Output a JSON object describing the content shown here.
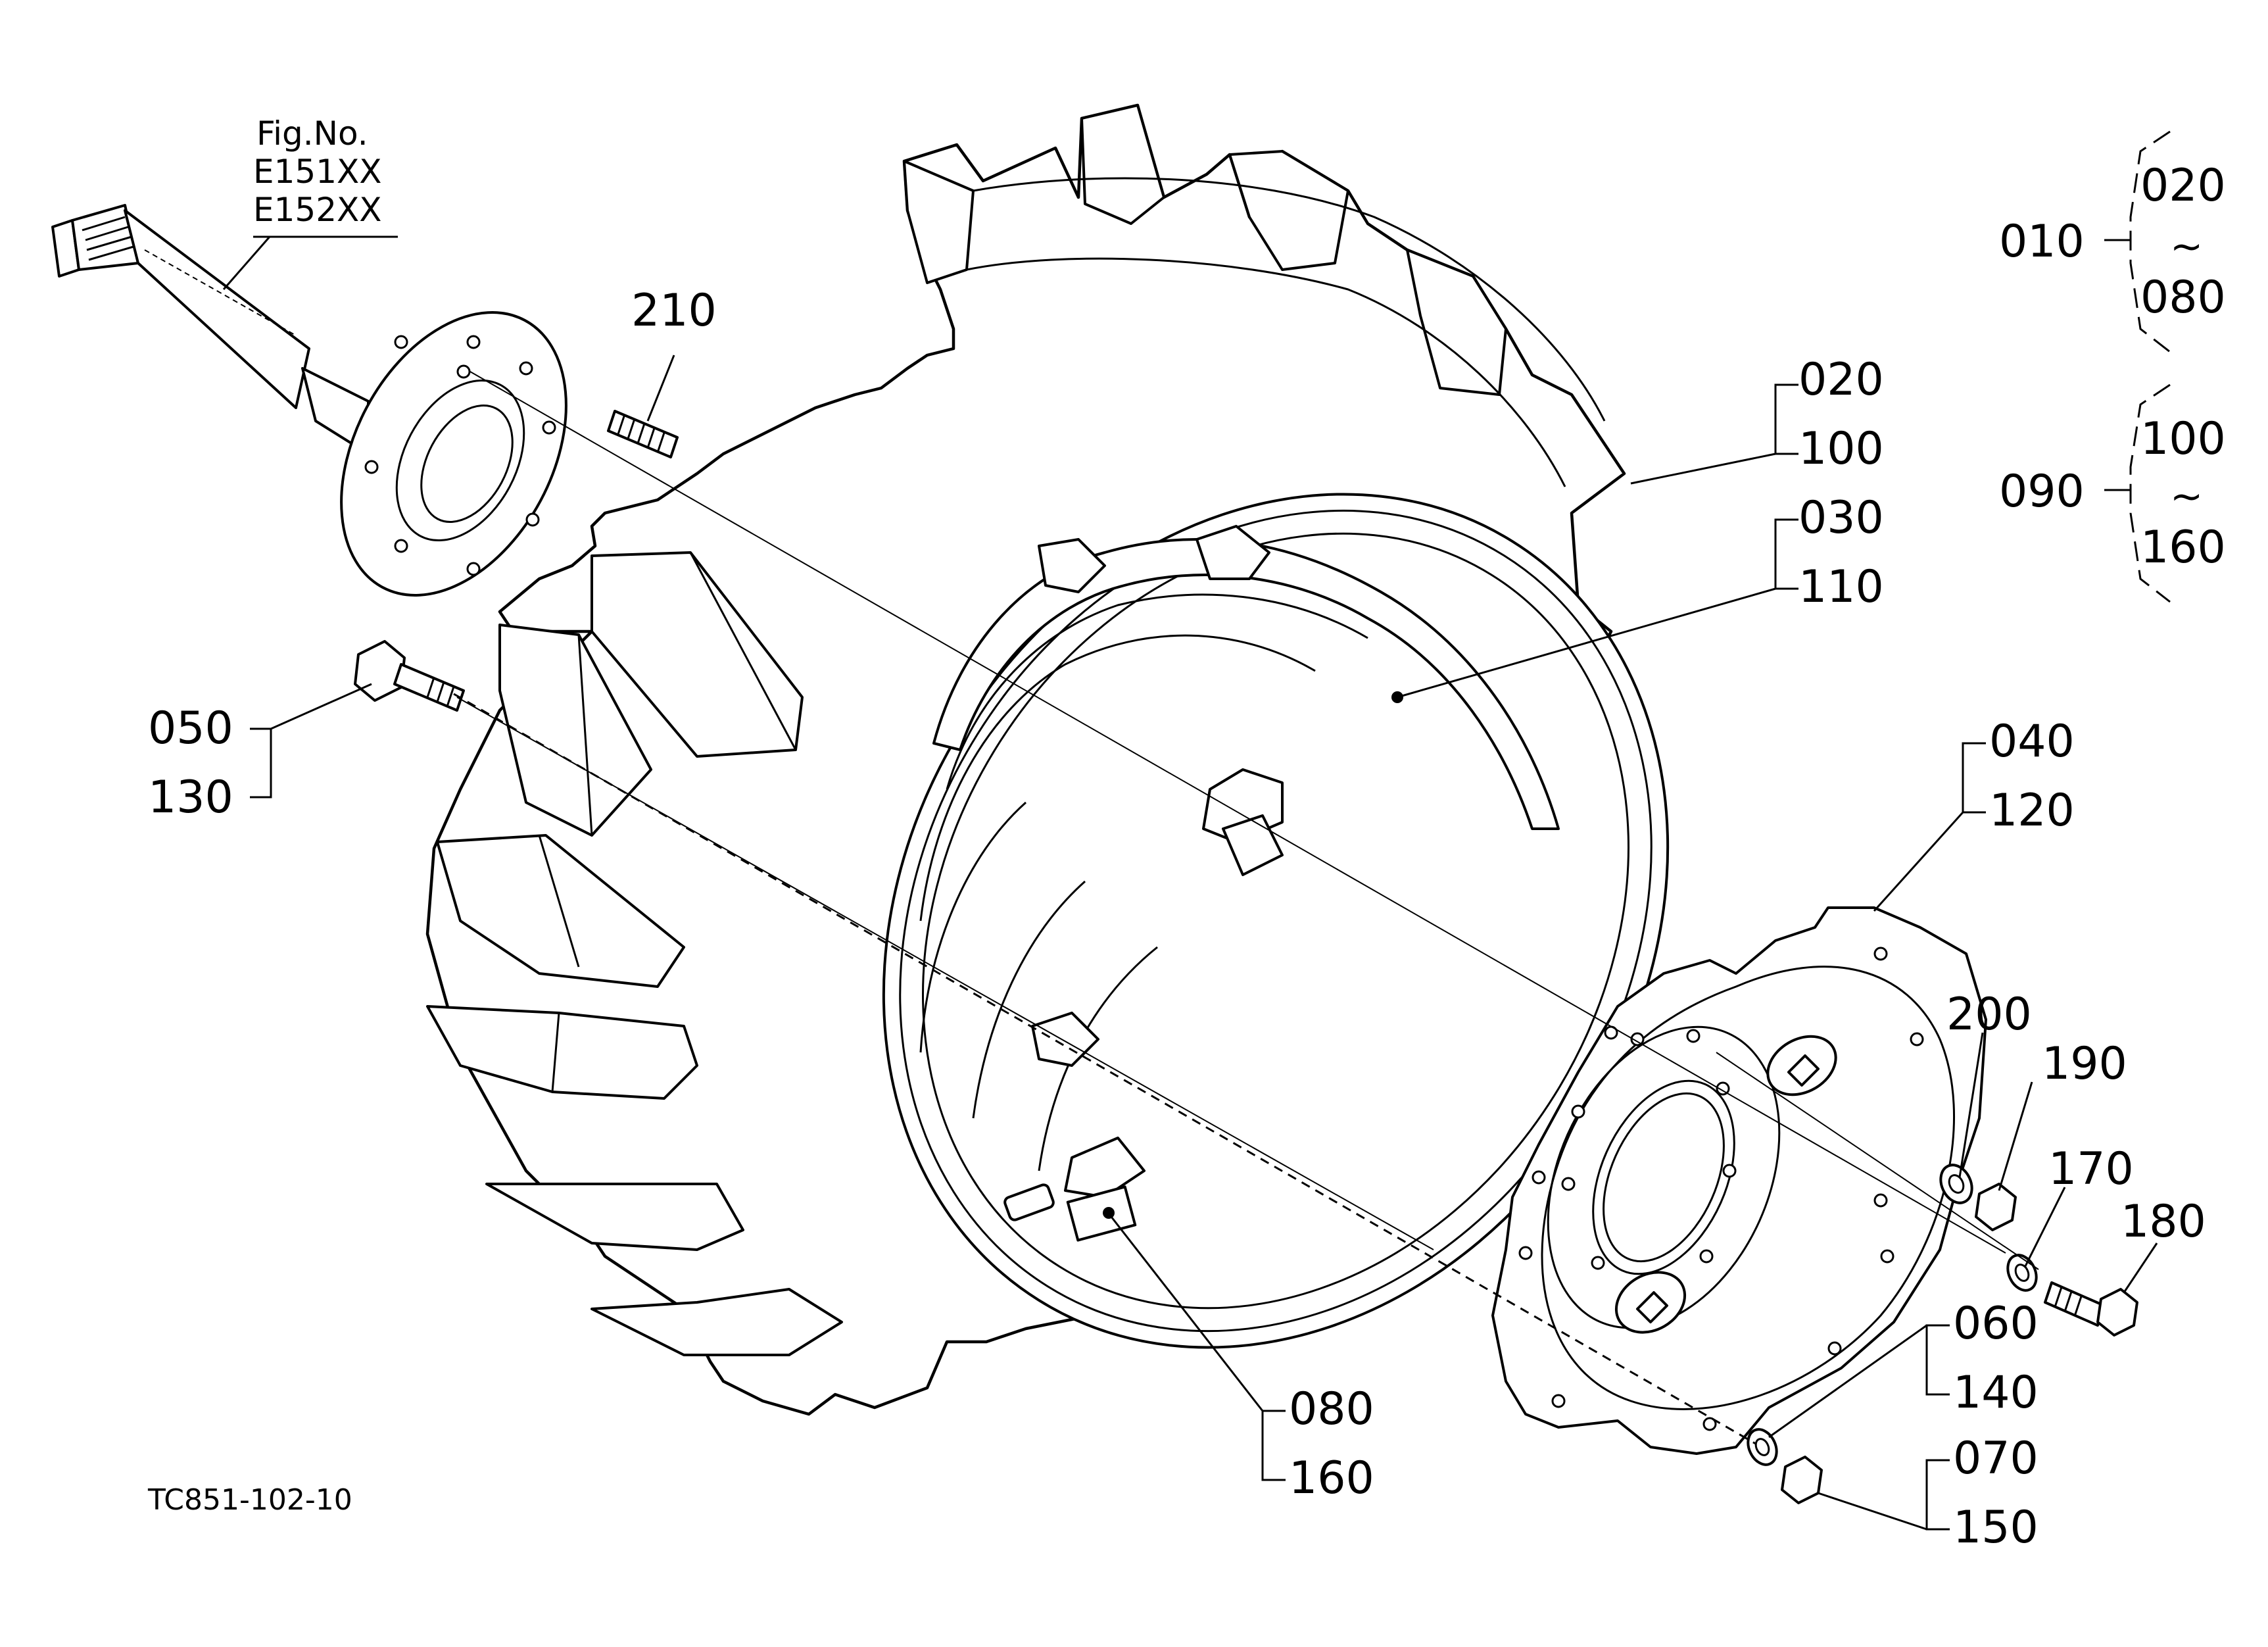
{
  "figure": {
    "fig_label": "Fig.No.",
    "fig_numbers": [
      "E151XX",
      "E152XX"
    ],
    "drawing_code": "TC851-102-10"
  },
  "legend": {
    "group1": {
      "parent": "010",
      "from": "020",
      "to": "080"
    },
    "group2": {
      "parent": "090",
      "from": "100",
      "to": "160"
    },
    "tilde": "~"
  },
  "callouts": {
    "c020": "020",
    "c100": "100",
    "c030": "030",
    "c110": "110",
    "c050": "050",
    "c130": "130",
    "c040": "040",
    "c120": "120",
    "c210": "210",
    "c200": "200",
    "c190": "190",
    "c170": "170",
    "c180": "180",
    "c060": "060",
    "c140": "140",
    "c070": "070",
    "c150": "150",
    "c080": "080",
    "c160": "160"
  }
}
